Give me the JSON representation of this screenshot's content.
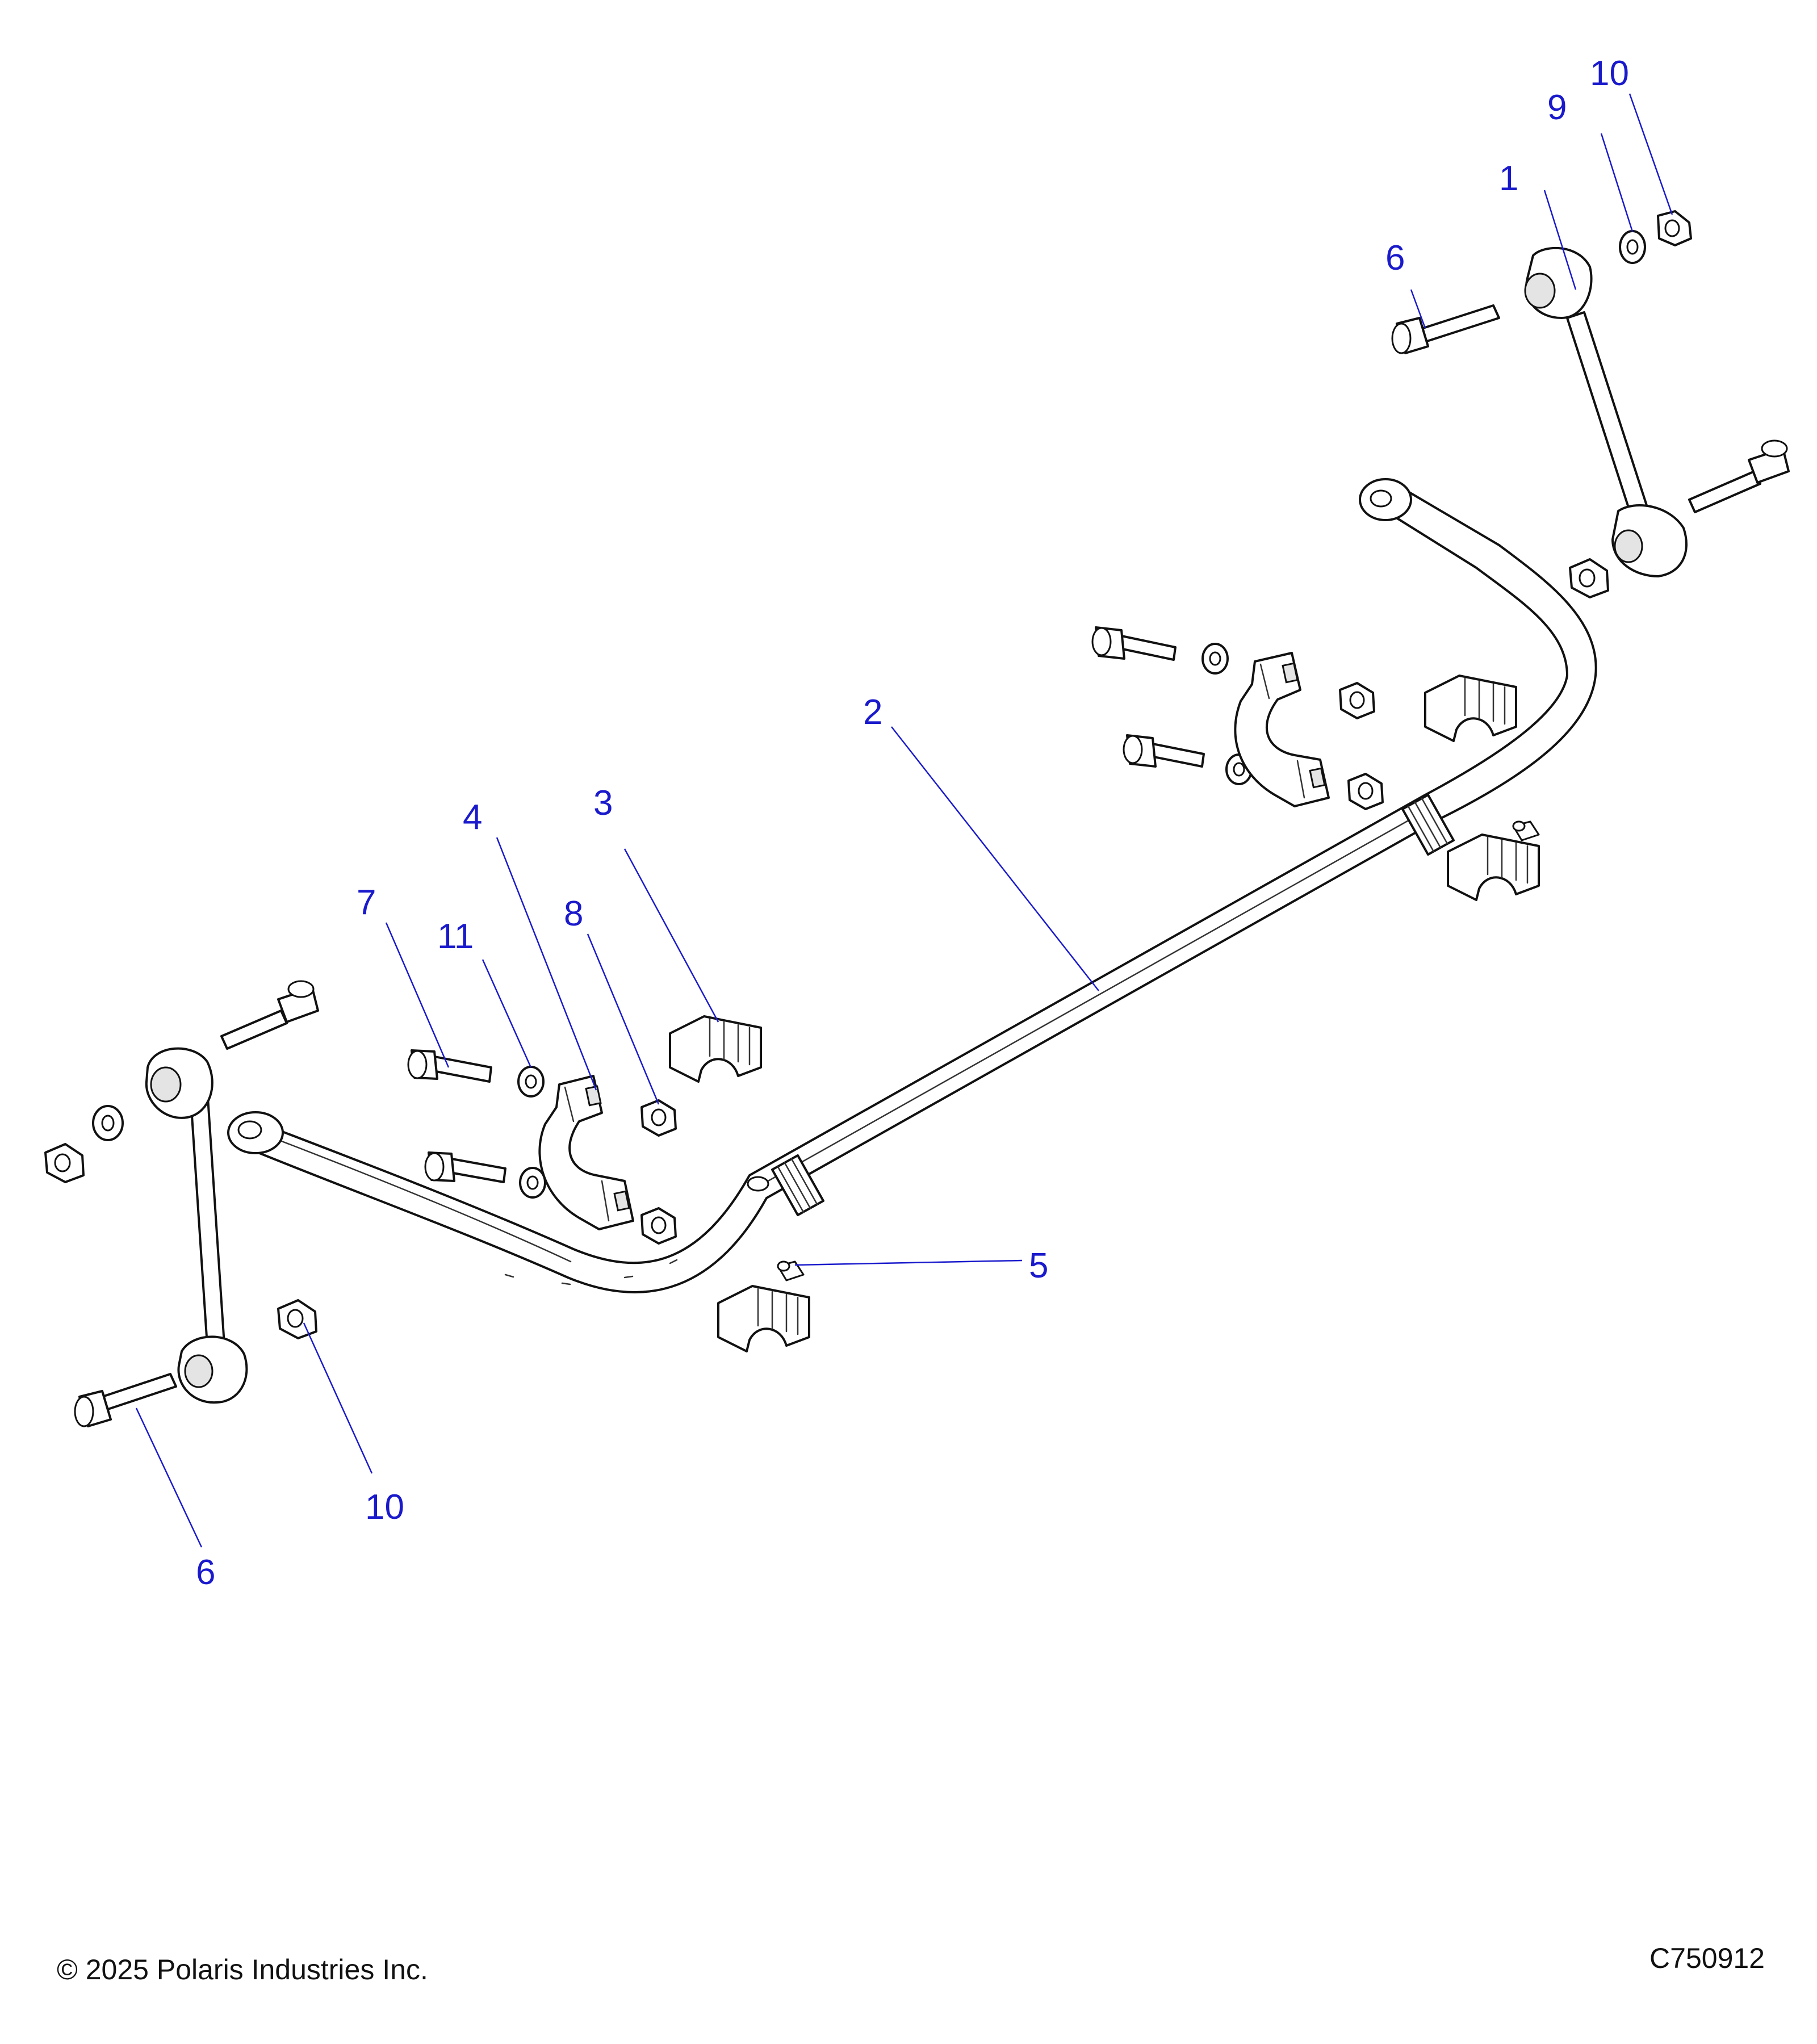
{
  "diagram": {
    "callouts": [
      {
        "id": "c1",
        "label": "1"
      },
      {
        "id": "c2",
        "label": "2"
      },
      {
        "id": "c3",
        "label": "3"
      },
      {
        "id": "c4",
        "label": "4"
      },
      {
        "id": "c5",
        "label": "5"
      },
      {
        "id": "c6a",
        "label": "6"
      },
      {
        "id": "c6b",
        "label": "6"
      },
      {
        "id": "c7",
        "label": "7"
      },
      {
        "id": "c8",
        "label": "8"
      },
      {
        "id": "c9",
        "label": "9"
      },
      {
        "id": "c10a",
        "label": "10"
      },
      {
        "id": "c10b",
        "label": "10"
      },
      {
        "id": "c11",
        "label": "11"
      }
    ]
  },
  "footer": {
    "copyright": "© 2025 Polaris Industries Inc.",
    "drawing_id": "C750912"
  },
  "colors": {
    "callout": "#1a1acc",
    "line": "#111111",
    "background": "#ffffff"
  }
}
